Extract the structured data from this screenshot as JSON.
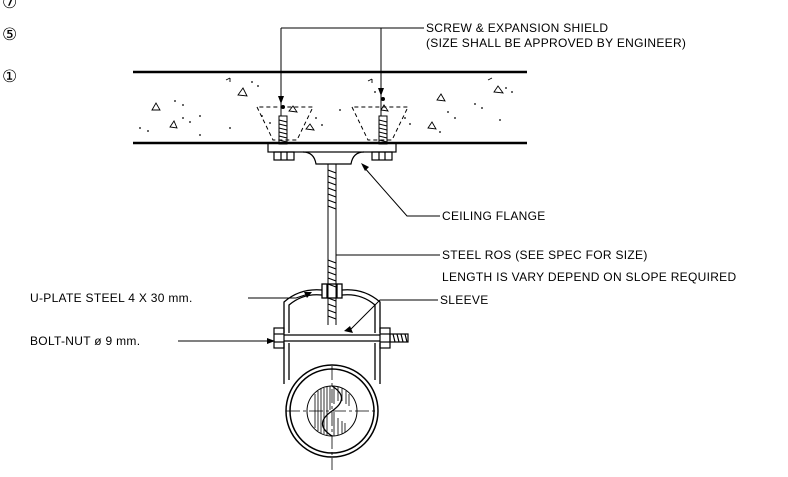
{
  "markers": {
    "top_cut": "⑦",
    "detail_a": "⑤",
    "detail_b": "①"
  },
  "callouts": {
    "screw_line1": "SCREW & EXPANSION SHIELD",
    "screw_line2": "(SIZE SHALL BE APPROVED BY ENGINEER)",
    "ceiling_flange": "CEILING FLANGE",
    "steel_rod_line1": "STEEL ROS (SEE SPEC FOR SIZE)",
    "steel_rod_line2": "LENGTH IS VARY DEPEND ON SLOPE REQUIRED",
    "u_plate": "U-PLATE STEEL 4 X 30 mm.",
    "sleeve": "SLEEVE",
    "bolt_nut": "BOLT-NUT ø 9 mm."
  },
  "colors": {
    "line": "#000000",
    "background": "#ffffff"
  }
}
